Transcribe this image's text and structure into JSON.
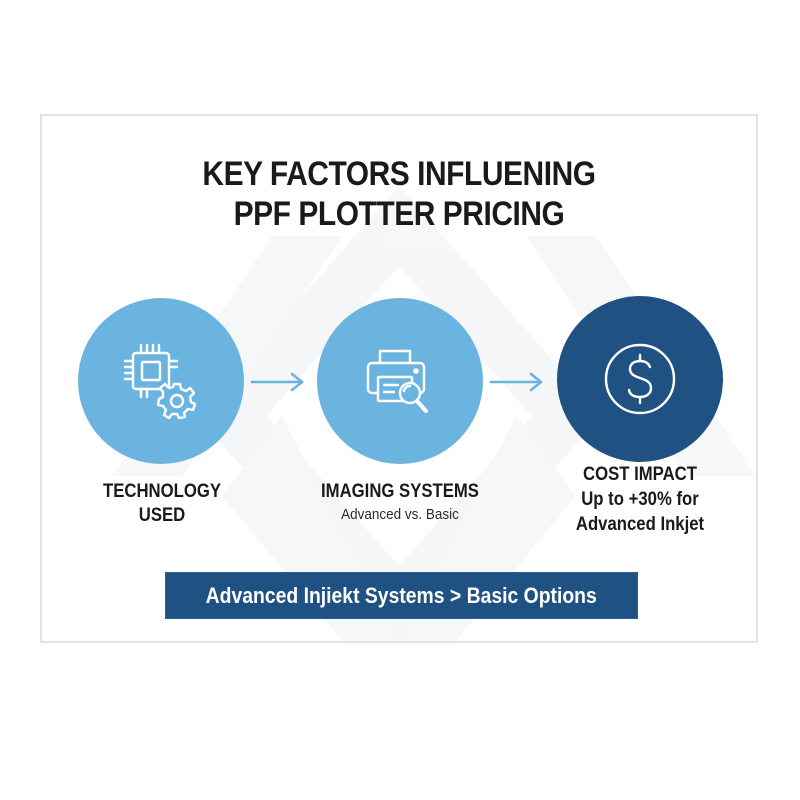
{
  "infographic": {
    "title_line1": "KEY FACTORS INFLUENING",
    "title_line2": "PPF PLOTTER PRICING",
    "steps": [
      {
        "icon": "chip-gear-icon",
        "heading_line1": "TECHNOLOGY",
        "heading_line2": "USED",
        "subtitle": ""
      },
      {
        "icon": "printer-magnifier-icon",
        "heading_line1": "IMAGING SYSTEMS",
        "heading_line2": "",
        "subtitle": "Advanced vs. Basic"
      },
      {
        "icon": "dollar-coin-icon",
        "heading_line1": "COST IMPACT",
        "heading_line2": "Up to +30% for",
        "heading_line3": "Advanced Inkjet"
      }
    ],
    "banner_text": "Advanced Injiekt Systems > Basic Options",
    "colors": {
      "light_circle": "#6cb4e0",
      "dark_circle": "#1f5283",
      "arrow": "#6cb4e0",
      "banner": "#1f5283",
      "text": "#1a1a1a",
      "card_border": "#e3e3e3"
    }
  }
}
